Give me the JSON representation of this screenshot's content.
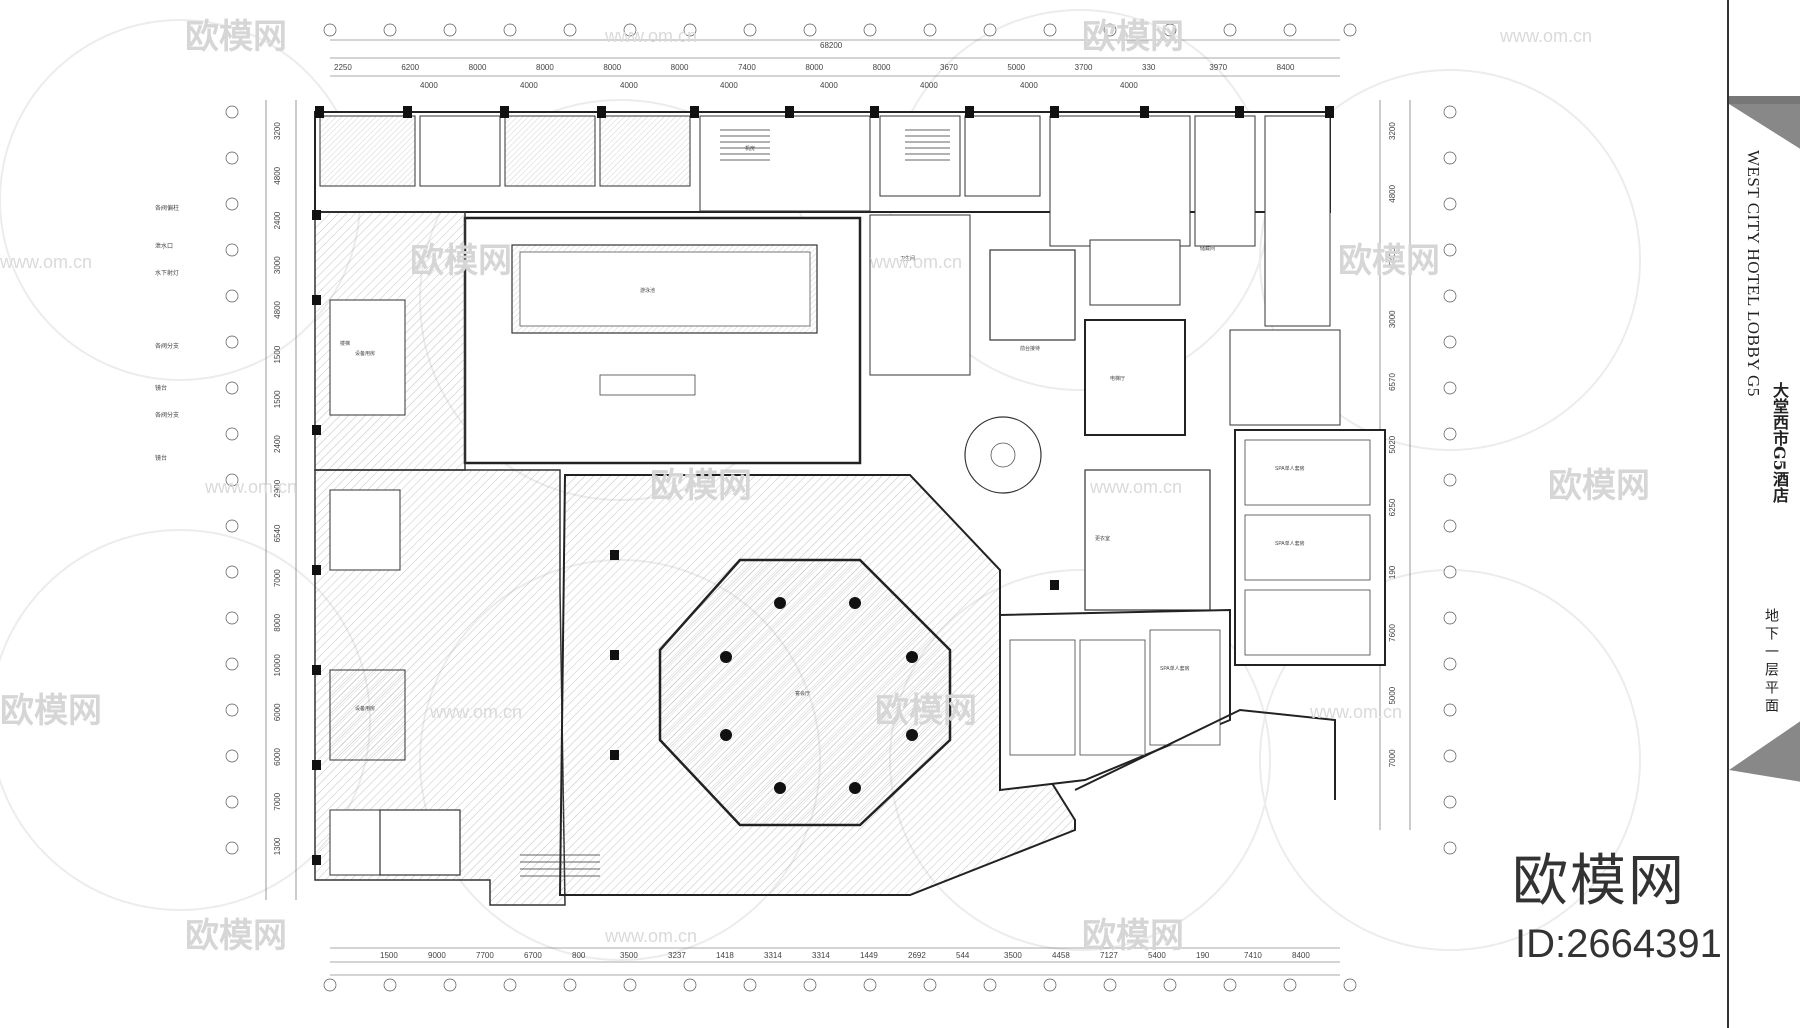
{
  "drawing": {
    "title_en": "WEST CITY HOTEL LOBBY G5",
    "title_cn": "大堂西市G5酒店",
    "sheet_name": "地下一层平面"
  },
  "watermark": {
    "brand": "欧模网",
    "url": "www.om.cn",
    "model_id": "ID:2664391"
  },
  "dimensions": {
    "total_top": "68200",
    "top_segments": [
      "2250",
      "6200",
      "8000",
      "8000",
      "8000",
      "8000",
      "7400",
      "8000",
      "8000",
      "3670",
      "5000",
      "3700",
      "330",
      "3970",
      "8400"
    ],
    "top_sub": [
      "4000",
      "4000",
      "4000",
      "4000",
      "4000",
      "4000",
      "4000",
      "4000"
    ],
    "bottom_segments": [
      "1500",
      "9000",
      "7700",
      "6700",
      "800",
      "3500",
      "3237",
      "1418",
      "3314",
      "3314",
      "1449",
      "2692",
      "544",
      "3500",
      "4458",
      "7127",
      "5400",
      "190",
      "7410",
      "8400"
    ],
    "left_segments": [
      "3200",
      "4800",
      "2400",
      "3000",
      "4800",
      "1500",
      "1500",
      "2400",
      "2900",
      "6540",
      "7000",
      "8000",
      "10000",
      "6000",
      "6000",
      "7000",
      "1300"
    ],
    "right_segments": [
      "3200",
      "4800",
      "2400",
      "3000",
      "6570",
      "5020",
      "6250",
      "190",
      "7600",
      "5000",
      "7000"
    ],
    "side_notes": [
      "各阀偏柱",
      "泄水口",
      "水下射灯",
      "各阀分支",
      "镜台",
      "各阀分支",
      "镜台"
    ]
  },
  "rooms": {
    "pool": "游泳池",
    "main_hall": "宴会厅",
    "equipment": "设备用房",
    "spa": "SPA单人套房",
    "reception": "前台接待",
    "elevator": "电梯厅",
    "restroom": "卫生间",
    "storage": "储藏间",
    "changing": "更衣室",
    "machine": "机房",
    "stairs": "楼梯"
  }
}
